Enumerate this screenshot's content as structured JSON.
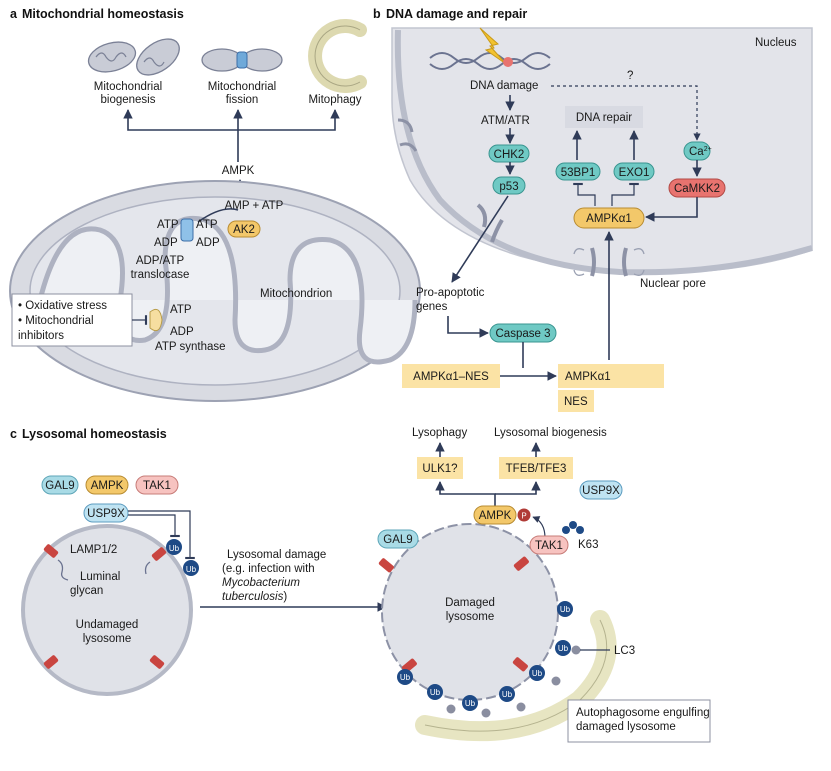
{
  "colors": {
    "membrane_fill": "#d9dbe2",
    "membrane_stroke": "#9da2b3",
    "ampk_pill": "#f3c86a",
    "teal_pill": "#6fc9c4",
    "red_pill": "#e8736f",
    "pink_pill": "#f7c3c0",
    "gal9_pill": "#a9dbe6",
    "usp9x_pill": "#bfe3f2",
    "box_yellow": "#fbe3a5",
    "dna_repair_box": "#d8dae2",
    "ub_dark": "#1e4a86",
    "autophagosome": "#e7e5c2",
    "arrow": "#2f3b58"
  },
  "panel_a": {
    "title_letter": "a",
    "title": "Mitochondrial homeostasis",
    "top_labels": {
      "biogenesis": [
        "Mitochondrial",
        "biogenesis"
      ],
      "fission": [
        "Mitochondrial",
        "fission"
      ],
      "mitophagy": "Mitophagy"
    },
    "ampk": "AMPK",
    "amp_atp": "AMP + ATP",
    "ak2": "AK2",
    "atp": "ATP",
    "adp": "ADP",
    "translocase": [
      "ADP/ATP",
      "translocase"
    ],
    "mitochondrion": "Mitochondrion",
    "stress_box": [
      "• Oxidative stress",
      "• Mitochondrial",
      "   inhibitors"
    ],
    "atp_synthase_atp": "ATP",
    "atp_synthase_adp": "ADP",
    "atp_synthase": "ATP synthase"
  },
  "panel_b": {
    "title_letter": "b",
    "title": "DNA damage and repair",
    "nucleus": "Nucleus",
    "question": "?",
    "dna_damage": "DNA damage",
    "atm_atr": "ATM/ATR",
    "chk2": "CHK2",
    "p53": "p53",
    "dna_repair": "DNA repair",
    "bp1": "53BP1",
    "exo1": "EXO1",
    "ca": "Ca",
    "ca_sup": "2+",
    "camkk2": "CaMKK2",
    "ampka1": "AMPKα1",
    "nuclear_pore": "Nuclear pore",
    "pro_apoptotic": [
      "Pro-apoptotic",
      "genes"
    ],
    "caspase3": "Caspase 3",
    "ampka1_nes": "AMPKα1–NES",
    "ampka1_frag": "AMPKα1",
    "nes": "NES"
  },
  "panel_c": {
    "title_letter": "c",
    "title": "Lysosomal homeostasis",
    "legend": [
      "GAL9",
      "AMPK",
      "TAK1"
    ],
    "usp9x": "USP9X",
    "ub": "Ub",
    "lamp": "LAMP1/2",
    "glycan": [
      "Luminal",
      "glycan"
    ],
    "undamaged": [
      "Undamaged",
      "lysosome"
    ],
    "lysosomal_damage": [
      "Lysosomal damage",
      "(e.g. infection with"
    ],
    "mycobacterium": [
      "Mycobacterium",
      "tuberculosis"
    ],
    "paren_close": ")",
    "lysophagy": "Lysophagy",
    "lysosomal_biogenesis": "Lysosomal biogenesis",
    "ulk1": "ULK1?",
    "tfeb": "TFEB/TFE3",
    "usp9x_right": "USP9X",
    "ampk": "AMPK",
    "p": "P",
    "gal9": "GAL9",
    "tak1": "TAK1",
    "k63": "K63",
    "damaged": [
      "Damaged",
      "lysosome"
    ],
    "lc3": "LC3",
    "autophagosome": [
      "Autophagosome engulfing",
      "damaged lysosome"
    ]
  }
}
